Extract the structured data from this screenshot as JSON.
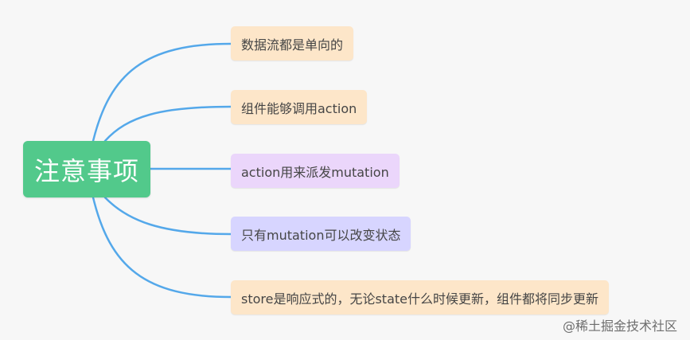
{
  "root": {
    "label": "注意事项"
  },
  "branches": [
    {
      "label": "数据流都是单向的",
      "color": "#fde6c9"
    },
    {
      "label": "组件能够调用action",
      "color": "#fde6c9"
    },
    {
      "label": "action用来派发mutation",
      "color": "#ebd6fb"
    },
    {
      "label": "只有mutation可以改变状态",
      "color": "#d7d5ff"
    },
    {
      "label": "store是响应式的，无论state什么时候更新，组件都将同步更新",
      "color": "#fde6c9"
    }
  ],
  "watermark": "@稀土掘金技术社区",
  "colors": {
    "root": "#52c98b",
    "links": "#54a8ea",
    "background": "#f7f7f7"
  }
}
